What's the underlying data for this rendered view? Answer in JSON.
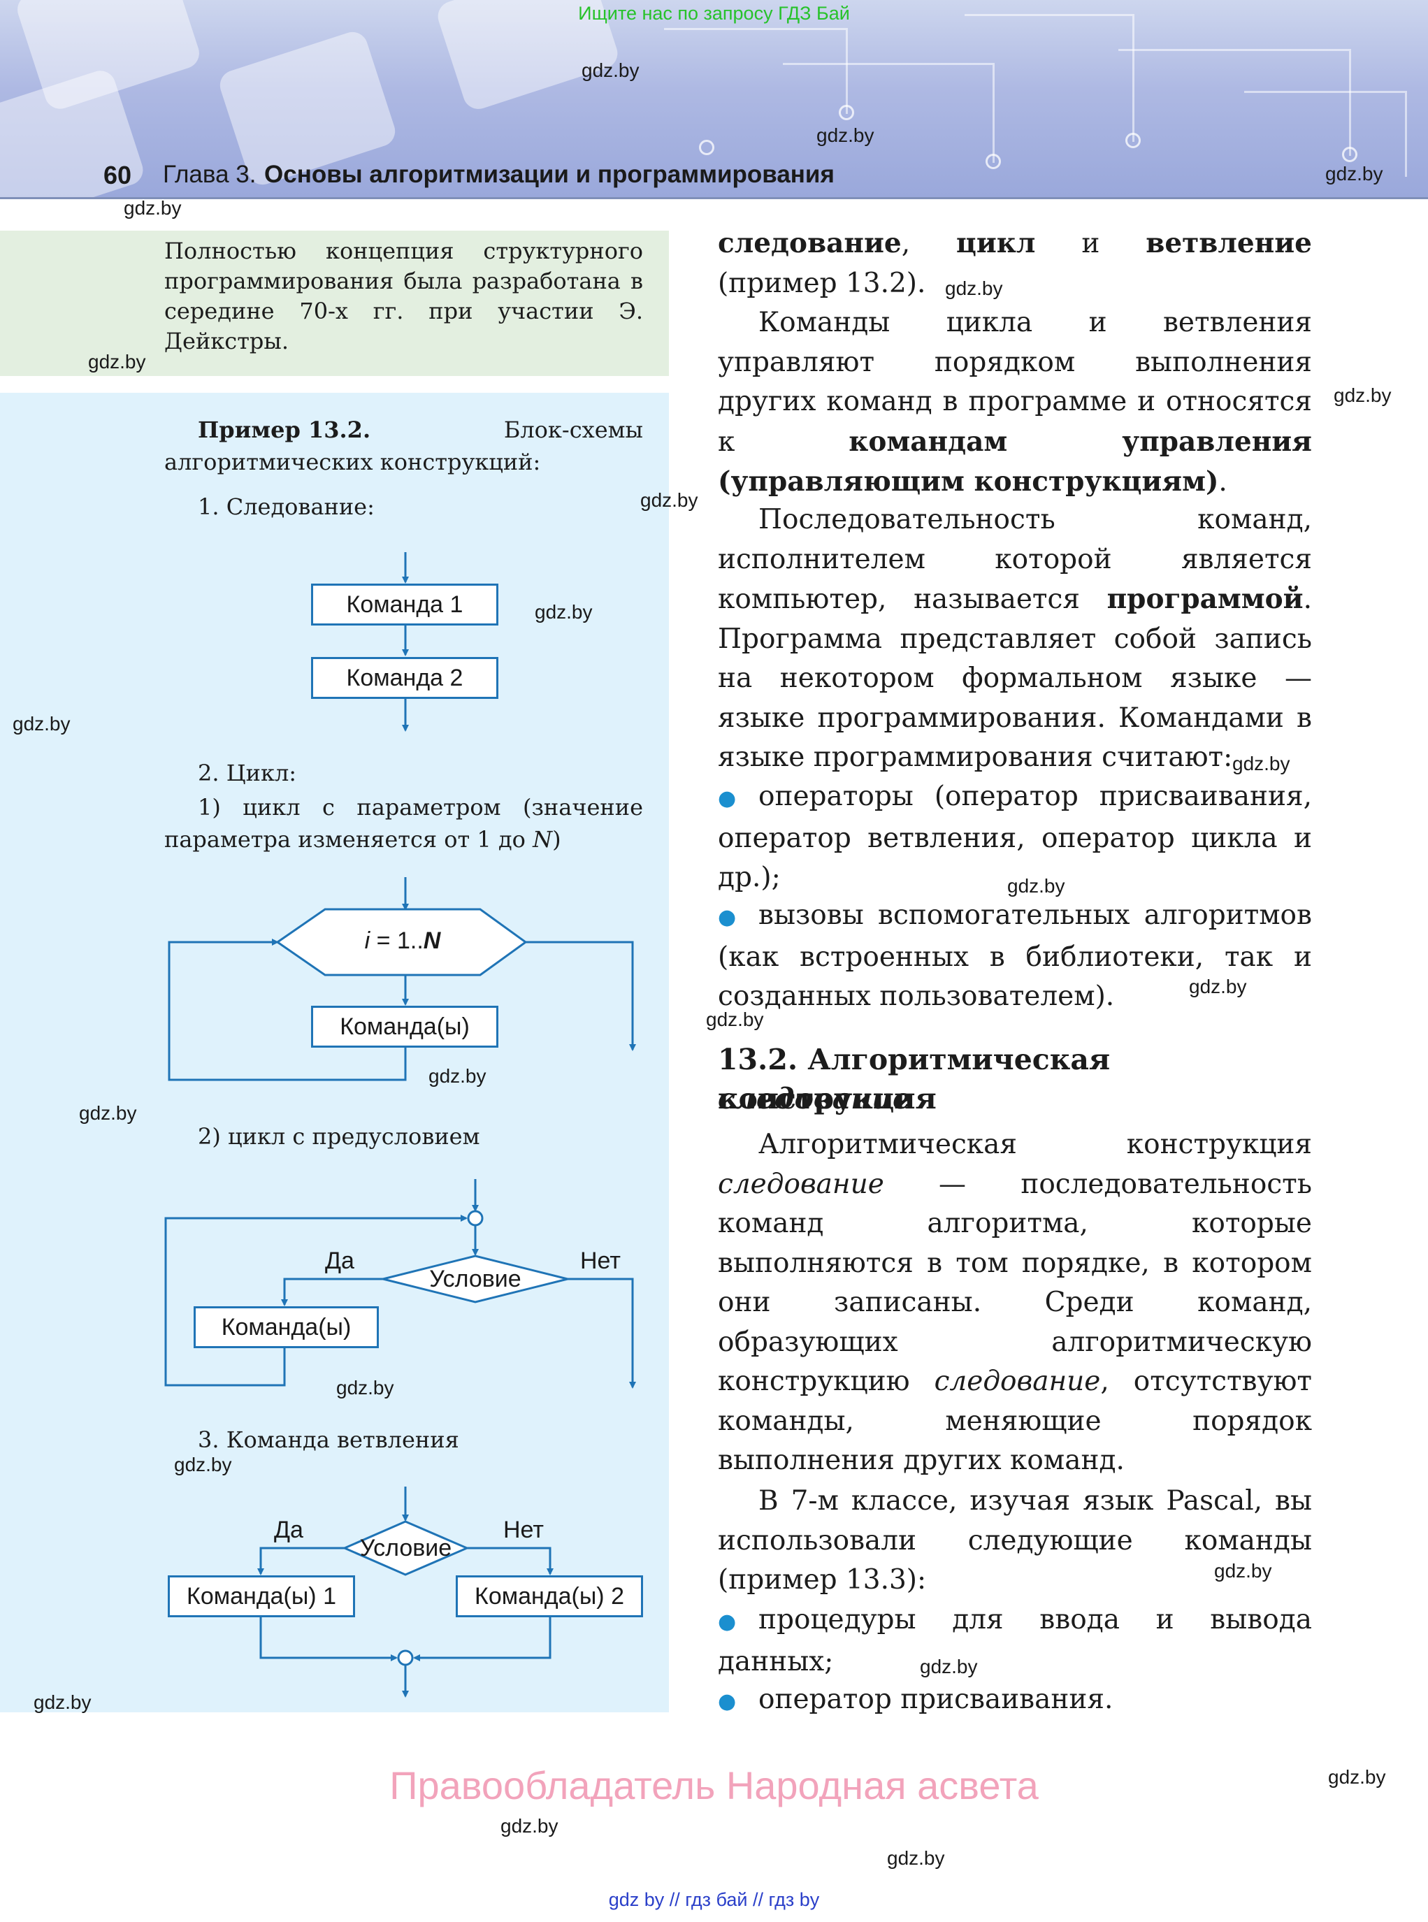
{
  "header": {
    "promo": "Ищите нас по запросу ГДЗ Бай",
    "page_number": "60",
    "chapter_label": "Глава 3.",
    "chapter_title": "Основы алгоритмизации и программирования"
  },
  "watermark": "gdz.by",
  "note": "Полностью концепция структурного программирования была разработана в середине 70-х гг. при участии Э. Дейкстры.",
  "example": {
    "title_bold": "Пример 13.2.",
    "title_rest": " Блок-схемы алгоритмических конструкций:",
    "item1": "1. Следование:",
    "seq_cmd1": "Команда 1",
    "seq_cmd2": "Команда 2",
    "item2": "2. Цикл:",
    "loop1_prefix": "1) цикл с параметром (значение параметра изменяется от 1 до ",
    "loop1_var": "N",
    "loop1_suffix": ")",
    "loop1_hex_i": "i",
    "loop1_hex_rest": " = 1..",
    "loop1_hex_n": "N",
    "loop1_cmd": "Команда(ы)",
    "loop2": "2) цикл с предусловием",
    "loop2_yes": "Да",
    "loop2_no": "Нет",
    "loop2_cond": "Условие",
    "loop2_cmd": "Команда(ы)",
    "item3": "3. Команда ветвления",
    "br_yes": "Да",
    "br_no": "Нет",
    "br_cond": "Условие",
    "br_cmd1": "Команда(ы) 1",
    "br_cmd2": "Команда(ы) 2"
  },
  "right": {
    "p0_b1": "следование",
    "p0_t1": ", ",
    "p0_b2": "цикл",
    "p0_t2": " и ",
    "p0_b3": "ветвление",
    "p0_t3": " (пример 13.2).",
    "p1_t1": "Команды цикла и ветвления управляют порядком выполнения других команд в программе и относятся к ",
    "p1_b1": "командам управления (управляющим конструкциям)",
    "p1_t2": ".",
    "p2_t1": "Последовательность команд, исполнителем которой является компьютер, называется ",
    "p2_b1": "программой",
    "p2_t2": ". Программа представляет собой запись на некотором формальном языке — языке программирования. Командами в языке программирования считают:",
    "bullet1": "операторы (оператор присваивания, оператор ветвления, оператор цикла и др.);",
    "bullet2": "вызовы вспомогательных алгоритмов (как встроенных в библиотеки, так и созданных пользователем).",
    "section_title": "13.2. Алгоритмическая конструкция",
    "section_sub": "следование",
    "p3_t1": "Алгоритмическая конструкция ",
    "p3_i1": "следование",
    "p3_t2": " — последовательность команд алгоритма, которые выполняются в том порядке, в котором они записаны. Среди команд, образующих алгоритмическую конструкцию ",
    "p3_i2": "следование",
    "p3_t3": ", отсутствуют команды, меняющие порядок выполнения других команд.",
    "p4": "В 7-м классе, изучая язык Pascal, вы использовали следующие команды (пример 13.3):",
    "bullet3": "процедуры для ввода и вывода данных;",
    "bullet4": "оператор присваивания."
  },
  "footer": {
    "rights": "Правообладатель Народная асвета",
    "promo": "gdz by  //  гдз бай  //  гдз by"
  },
  "colors": {
    "flow_stroke": "#1f74b6",
    "bullet": "#1b8fcf",
    "note_bg": "#e3efe0",
    "example_bg": "#dff2fc",
    "rights": "#f2a3bb"
  }
}
